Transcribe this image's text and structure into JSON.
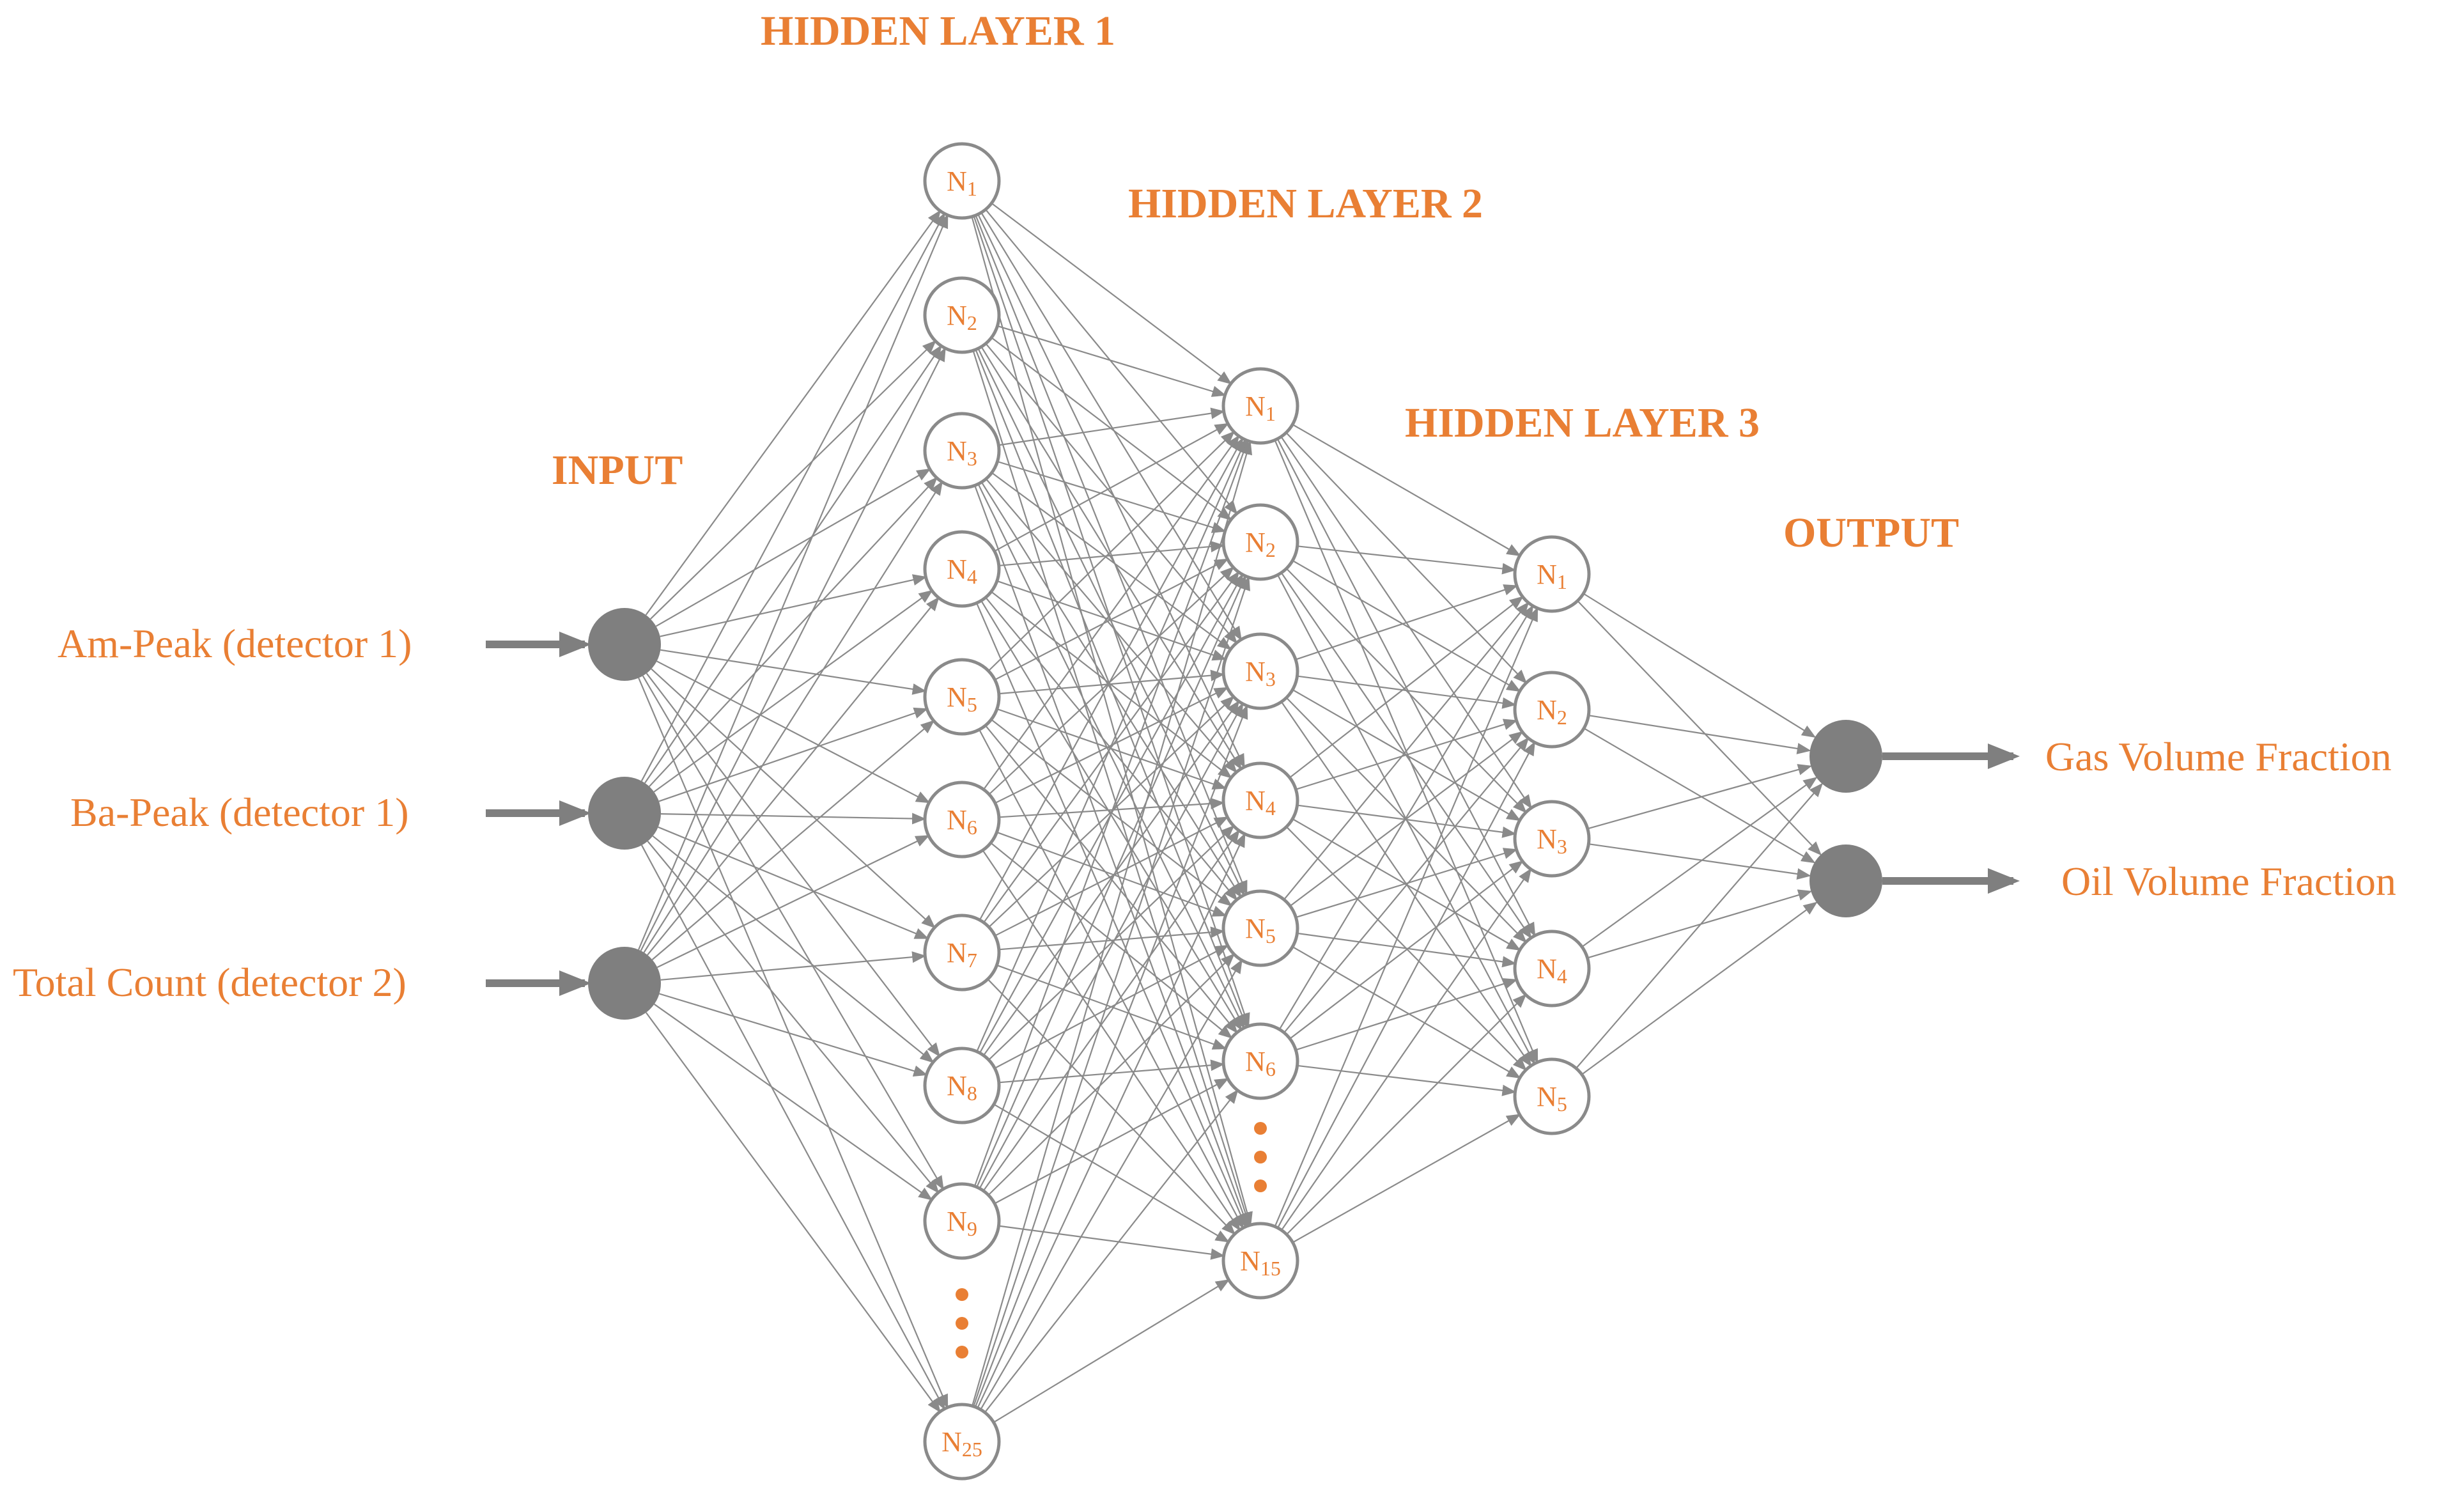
{
  "titles": {
    "input": "INPUT",
    "hidden1": "HIDDEN LAYER 1",
    "hidden2": "HIDDEN LAYER 2",
    "hidden3": "HIDDEN LAYER 3",
    "output": "OUTPUT"
  },
  "inputs": [
    "Am-Peak (detector 1)",
    "Ba-Peak (detector 1)",
    "Total Count (detector 2)"
  ],
  "outputs": [
    "Gas Volume Fraction",
    "Oil Volume Fraction"
  ],
  "hidden1": [
    {
      "base": "N",
      "sub": "1"
    },
    {
      "base": "N",
      "sub": "2"
    },
    {
      "base": "N",
      "sub": "3"
    },
    {
      "base": "N",
      "sub": "4"
    },
    {
      "base": "N",
      "sub": "5"
    },
    {
      "base": "N",
      "sub": "6"
    },
    {
      "base": "N",
      "sub": "7"
    },
    {
      "base": "N",
      "sub": "8"
    },
    {
      "base": "N",
      "sub": "9"
    },
    {
      "base": "N",
      "sub": "25"
    }
  ],
  "hidden2": [
    {
      "base": "N",
      "sub": "1"
    },
    {
      "base": "N",
      "sub": "2"
    },
    {
      "base": "N",
      "sub": "3"
    },
    {
      "base": "N",
      "sub": "4"
    },
    {
      "base": "N",
      "sub": "5"
    },
    {
      "base": "N",
      "sub": "6"
    },
    {
      "base": "N",
      "sub": "15"
    }
  ],
  "hidden3": [
    {
      "base": "N",
      "sub": "1"
    },
    {
      "base": "N",
      "sub": "2"
    },
    {
      "base": "N",
      "sub": "3"
    },
    {
      "base": "N",
      "sub": "4"
    },
    {
      "base": "N",
      "sub": "5"
    }
  ],
  "colors": {
    "accent": "#E97F34",
    "line": "#8a8a8a",
    "node_fill": "#7f7f7f"
  }
}
